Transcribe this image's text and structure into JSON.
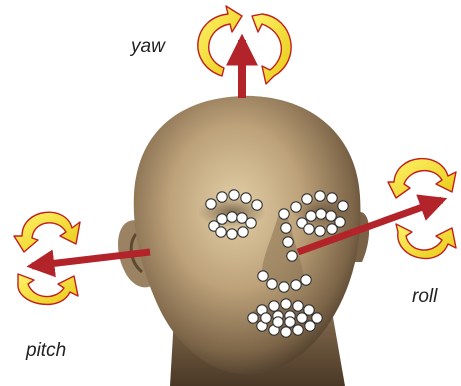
{
  "labels": {
    "yaw": "yaw",
    "pitch": "pitch",
    "roll": "roll"
  },
  "icons": {
    "head": "head-model-icon",
    "rotation": "rotation-arrows-icon",
    "axis": "axis-arrow-icon"
  },
  "colors": {
    "axis_arrow": "#b3232a",
    "rotation_arrow_fill": "#f2e428",
    "rotation_arrow_outline": "#c0201f",
    "landmark_fill": "#ffffff",
    "landmark_outline": "#333333"
  },
  "landmark_count": 52
}
